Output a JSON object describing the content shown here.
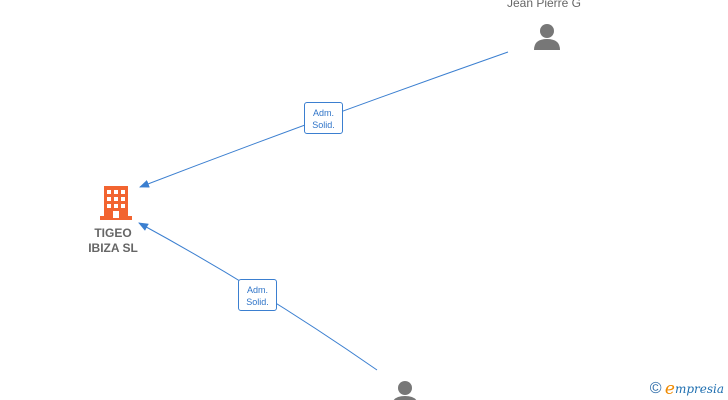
{
  "company": {
    "name_line1": "TIGEO",
    "name_line2": "IBIZA  SL",
    "icon": "building-icon",
    "color": "#f26430"
  },
  "persons": [
    {
      "name": "Jean Pierre G",
      "icon": "person-icon"
    },
    {
      "name": "",
      "icon": "person-icon"
    }
  ],
  "edges": [
    {
      "label_line1": "Adm.",
      "label_line2": "Solid."
    },
    {
      "label_line1": "Adm.",
      "label_line2": "Solid."
    }
  ],
  "colors": {
    "edge": "#3b7fd0",
    "node_icon": "#777777",
    "text": "#666666"
  },
  "watermark": {
    "copyright": "©",
    "brand_initial": "e",
    "brand_rest": "mpresia"
  }
}
